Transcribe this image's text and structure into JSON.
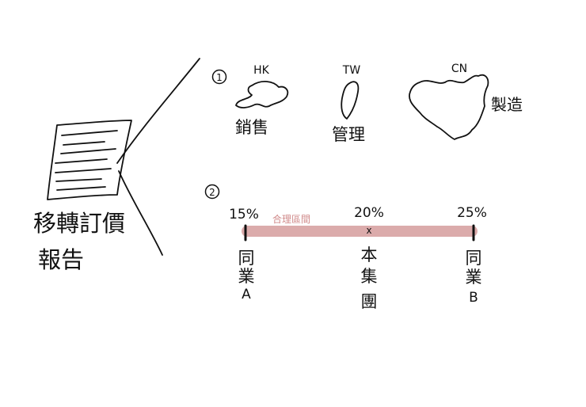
{
  "document": {
    "caption_line1": "移轉訂價",
    "caption_line2": "報告"
  },
  "section1": {
    "number": "1",
    "regions": [
      {
        "code": "HK",
        "function": "銷售"
      },
      {
        "code": "TW",
        "function": "管理"
      },
      {
        "code": "CN",
        "function": "製造"
      }
    ]
  },
  "section2": {
    "number": "2",
    "range_label": "合理區間",
    "range_color": "#d8a3a3",
    "points": [
      {
        "percent": "15%",
        "value": 15,
        "label_vertical": [
          "同",
          "業",
          "A"
        ]
      },
      {
        "percent": "20%",
        "value": 20,
        "label_vertical": [
          "本",
          "集",
          "團"
        ],
        "marker": "x"
      },
      {
        "percent": "25%",
        "value": 25,
        "label_vertical": [
          "同",
          "業",
          "B"
        ]
      }
    ]
  }
}
